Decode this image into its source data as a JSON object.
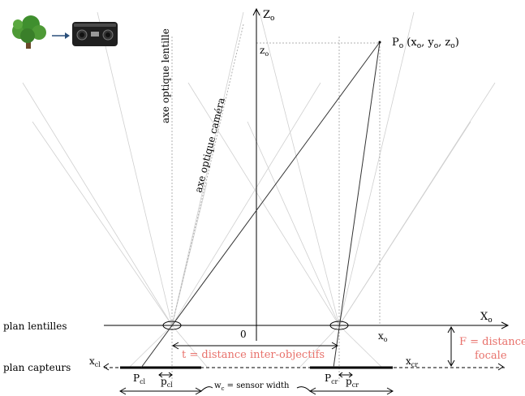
{
  "labels": {
    "z_axis": {
      "main": "Z",
      "sub": "o"
    },
    "x_axis": {
      "main": "X",
      "sub": "o"
    },
    "z0": {
      "main": "z",
      "sub": "o"
    },
    "x0": {
      "main": "x",
      "sub": "o"
    },
    "origin": "0",
    "point": {
      "p": "P",
      "p_sub": "o",
      "open": " (x",
      "x_sub": "o",
      "mid1": ", y",
      "y_sub": "o",
      "mid2": ", z",
      "z_sub": "o",
      "close": ")"
    },
    "axe_lentille": "axe optique lentille",
    "axe_camera": "axe optique caméra",
    "plan_lentilles": "plan lentilles",
    "plan_capteurs": "plan capteurs",
    "t_label": "t = distance inter-objectifs",
    "f_label_line1": "F = distance",
    "f_label_line2": "focale",
    "xcl": {
      "main": "x",
      "sub": "cl"
    },
    "xcr": {
      "main": "x",
      "sub": "cr"
    },
    "Pcl": {
      "main": "P",
      "sub": "cl"
    },
    "pcl": {
      "main": "p",
      "sub": "cl"
    },
    "Pcr": {
      "main": "P",
      "sub": "cr"
    },
    "pcr": {
      "main": "p",
      "sub": "cr"
    },
    "wc": {
      "main": "w",
      "sub": "c",
      "rest": " = sensor width"
    }
  },
  "icons": {
    "tree": "tree-icon",
    "arrow": "arrow-right-icon",
    "camera": "stereo-camera-icon"
  },
  "colors": {
    "accent_salmon": "#e8716b",
    "line_dark": "#000000",
    "line_light": "#c8c8c8",
    "tree_green": "#3f8f2e",
    "arrow_blue": "#2a4f7a"
  }
}
